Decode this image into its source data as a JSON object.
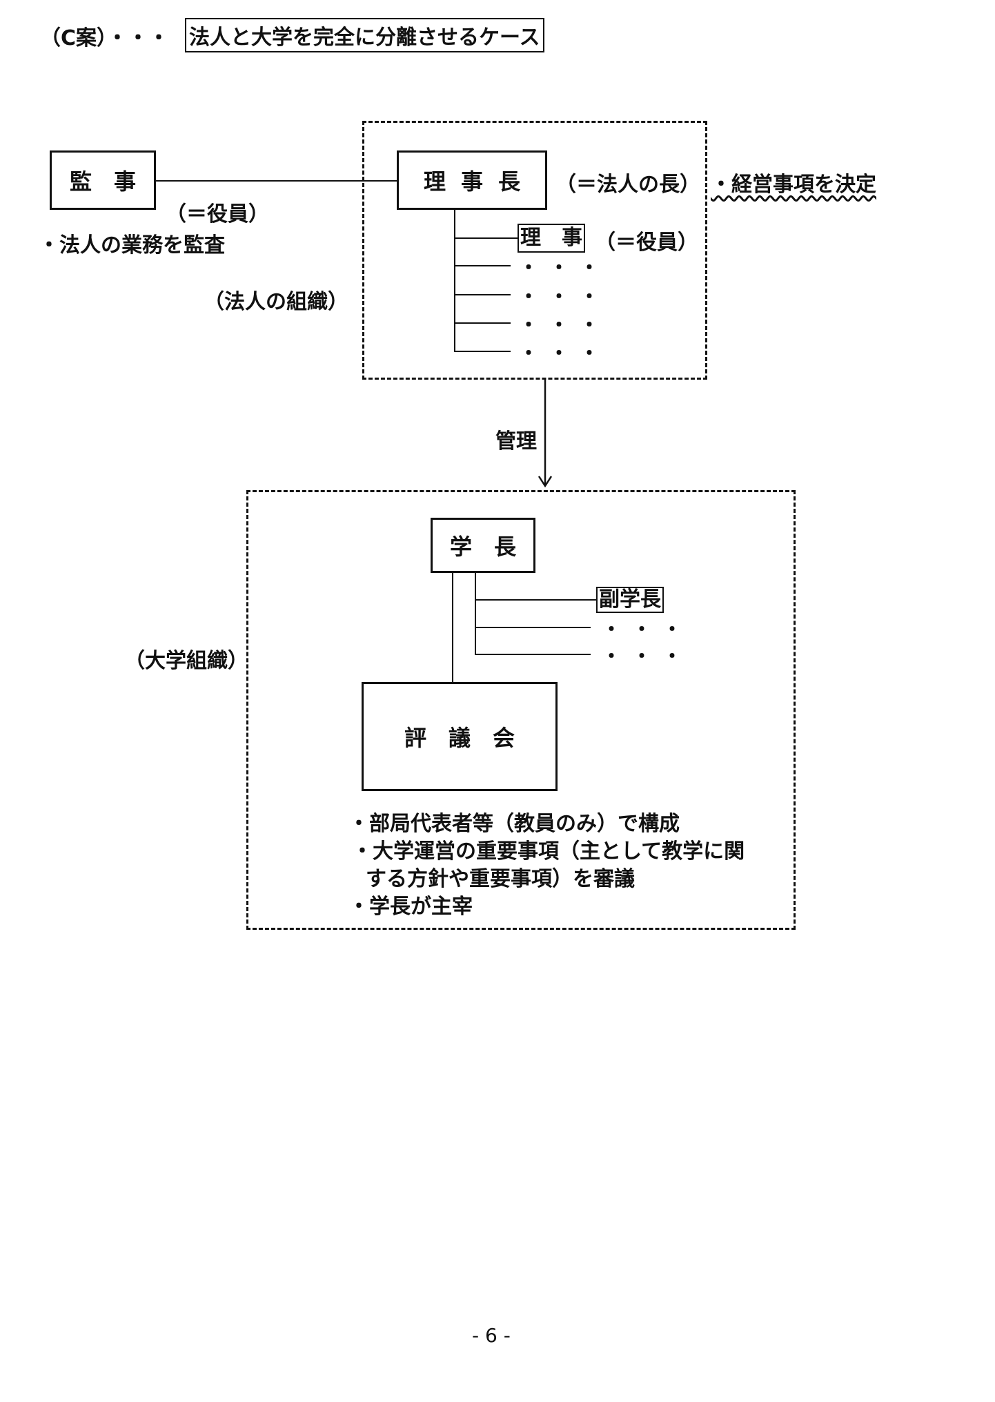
{
  "header": {
    "prefix": "（C案）・・・",
    "title": "法人と大学を完全に分離させるケース"
  },
  "auditor": {
    "label": "監　事",
    "role": "（＝役員）",
    "duty": "・法人の業務を監査"
  },
  "corporation": {
    "group_label": "（法人の組織）",
    "chair_label": "理事長",
    "chair_note": "（＝法人の長）",
    "chair_duty": "・経営事項を決定",
    "director_label": "理　事",
    "director_note": "（＝役員）",
    "ellipsis": "・・・"
  },
  "arrow": {
    "label": "管理"
  },
  "university": {
    "group_label": "（大学組織）",
    "president_label": "学　長",
    "vice_label": "副学長",
    "ellipsis": "・・・",
    "council_label": "評　議　会",
    "council_notes": [
      "・部局代表者等（教員のみ）で構成",
      "・大学運営の重要事項（主として教学に関",
      "する方針や重要事項）を審議",
      "・学長が主宰"
    ]
  },
  "footer": {
    "page_number": "- 6 -"
  }
}
